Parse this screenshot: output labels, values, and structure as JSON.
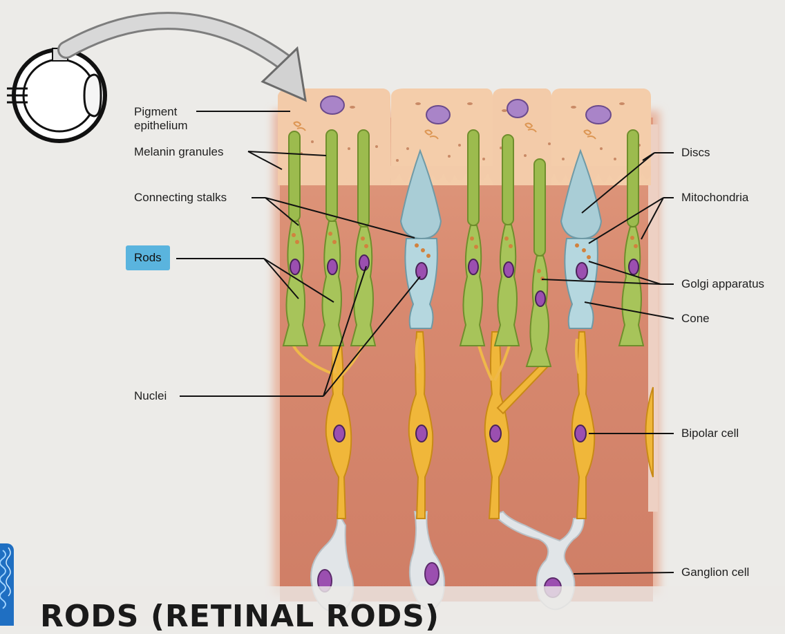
{
  "slide": {
    "title": "RODS (RETINAL RODS)"
  },
  "labels": {
    "pigment_epithelium": "Pigment\nepithelium",
    "melanin_granules": "Melanin granules",
    "connecting_stalks": "Connecting stalks",
    "rods": "Rods",
    "nuclei": "Nuclei",
    "discs": "Discs",
    "mitochondria": "Mitochondria",
    "golgi_apparatus": "Golgi apparatus",
    "cone": "Cone",
    "bipolar_cell": "Bipolar cell",
    "ganglion_cell": "Ganglion cell"
  },
  "colors": {
    "background": "#ecebe8",
    "tissue": "#d98a72",
    "pigment_epithelium": "#f2c9a6",
    "rod": "#9cbb4e",
    "cone": "#a9cdd6",
    "bipolar": "#f0b73a",
    "ganglion": "#dfe3e6",
    "nucleus": "#9b4fb0",
    "highlight": "#5ab4de",
    "logo": "#1f6fc2"
  },
  "icons": {
    "eye": "eye-icon",
    "arrow": "curved-arrow-icon",
    "logo": "brand-logo-icon"
  }
}
